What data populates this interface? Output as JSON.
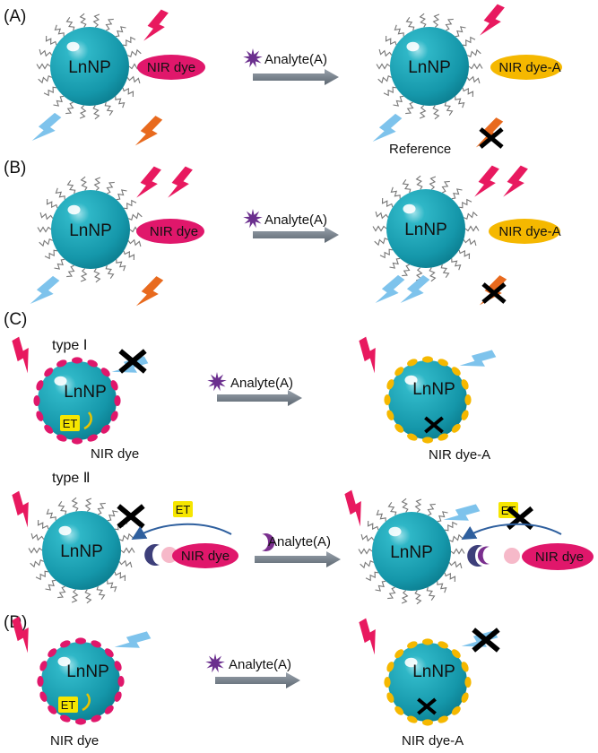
{
  "panels": {
    "a": "(A)",
    "b": "(B)",
    "c": "(C)",
    "d": "(D)"
  },
  "particle": "LnNP",
  "dye": "NIR dye",
  "dye_analyte": "NIR dye-A",
  "analyte": "Analyte(A)",
  "reference": "Reference",
  "type1": "type Ⅰ",
  "type2": "type Ⅱ",
  "et": "ET",
  "colors": {
    "particle": "#1a9eb0",
    "dye": "#e0176b",
    "dye_analyte": "#f5b800",
    "arrow": "#707a86",
    "analyte_star": "#6b2f8e",
    "excite": "#e8195f",
    "emit_blue": "#7ec3ec",
    "emit_orange": "#e86a1e",
    "et_box": "#f6e600"
  },
  "icons": [
    "lightning-bolt-icon",
    "cross-mark-icon",
    "analyte-star-icon",
    "curved-arrow-icon"
  ]
}
